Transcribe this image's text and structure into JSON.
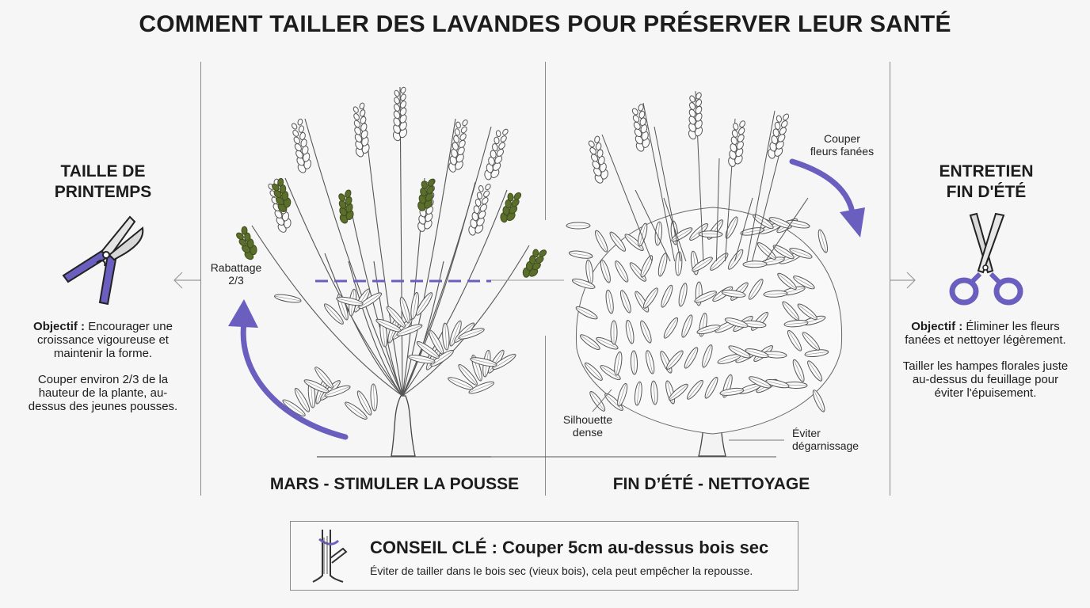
{
  "title": "COMMENT TAILLER DES LAVANDES POUR PRÉSERVER LEUR SANTÉ",
  "left": {
    "title_line1": "TAILLE DE",
    "title_line2": "PRINTEMPS",
    "icon": "pruning-shears-icon",
    "objective_label": "Objectif :",
    "objective_text": " Encourager une croissance vigoureuse et maintenir la forme.",
    "instruction": "Couper environ 2/3 de la hauteur de la plante, au-dessus des jeunes pousses."
  },
  "right": {
    "title_line1": "ENTRETIEN",
    "title_line2": "FIN D'ÉTÉ",
    "icon": "scissors-icon",
    "objective_label": "Objectif :",
    "objective_text": " Éliminer les fleurs fanées et nettoyer légèrement.",
    "instruction": "Tailler les hampes florales juste au-dessus du feuillage pour éviter l'épuisement."
  },
  "spring_panel": {
    "caption": "MARS - STIMULER LA POUSSE",
    "cut_label_line1": "Rabattage",
    "cut_label_line2": "2/3"
  },
  "summer_panel": {
    "caption": "FIN D’ÉTÉ - NETTOYAGE",
    "cut_label_line1": "Couper",
    "cut_label_line2": "fleurs fanées",
    "note1_line1": "Silhouette",
    "note1_line2": "dense",
    "note2_line1": "Éviter",
    "note2_line2": "dégarnissage"
  },
  "tip": {
    "heading": "CONSEIL CLÉ : Couper 5cm au-dessus bois sec",
    "body": "Éviter de tailler dans le bois sec (vieux bois), cela peut empêcher la repousse.",
    "icon": "woody-stem-icon"
  },
  "colors": {
    "accent": "#6a5fbf",
    "bud_green": "#5c6e2c",
    "line": "#8a8a8a",
    "sketch": "#4a4a4a"
  }
}
